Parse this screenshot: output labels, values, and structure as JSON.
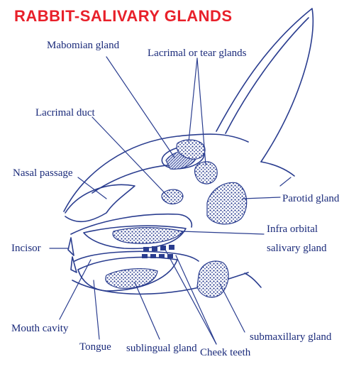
{
  "title": "RABBIT-SALIVARY GLANDS",
  "labels": {
    "mabomian_gland": "Mabomian gland",
    "lacrimal_glands": "Lacrimal or tear glands",
    "lacrimal_duct": "Lacrimal duct",
    "nasal_passage": "Nasal passage",
    "parotid_gland": "Parotid gland",
    "infra_orbital_1": "Infra orbital",
    "infra_orbital_2": "salivary gland",
    "incisor": "Incisor",
    "mouth_cavity": "Mouth cavity",
    "tongue": "Tongue",
    "sublingual_gland": "sublingual gland",
    "cheek_teeth": "Cheek teeth",
    "submaxillary_gland": "submaxillary gland"
  },
  "colors": {
    "title": "#e8202a",
    "ink": "#1a2a7a",
    "line": "#2a3d8f"
  }
}
